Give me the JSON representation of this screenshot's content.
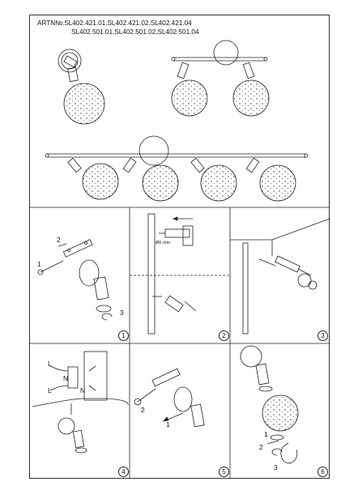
{
  "header": {
    "art_line1": "ARTN№:SL402.421.01,SL402.421.02,SL402.421.04",
    "art_line2": "SL402.501.01,SL402.501.02,SL402.501.04"
  },
  "steps": [
    {
      "number": "1",
      "labels": [
        "1",
        "2",
        "3"
      ]
    },
    {
      "number": "2",
      "labels": [
        "Ø6 mm"
      ]
    },
    {
      "number": "3",
      "labels": []
    },
    {
      "number": "4",
      "labels": [
        "L",
        "N",
        "L",
        "N"
      ]
    },
    {
      "number": "5",
      "labels": [
        "2",
        "1"
      ]
    },
    {
      "number": "6",
      "labels": [
        "1",
        "2",
        "3"
      ]
    }
  ]
}
